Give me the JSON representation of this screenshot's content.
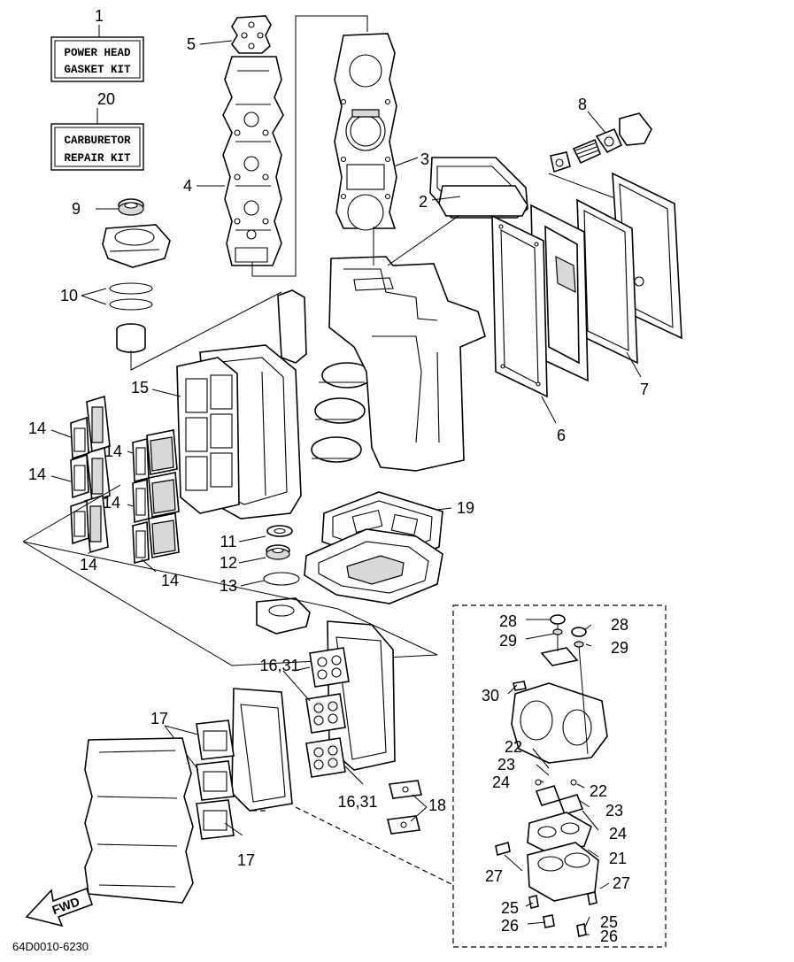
{
  "kit_boxes": [
    {
      "number": "1",
      "lines": [
        "POWER HEAD",
        "GASKET KIT"
      ]
    },
    {
      "number": "20",
      "lines": [
        "CARBURETOR",
        "REPAIR KIT"
      ]
    }
  ],
  "callouts": [
    "5",
    "4",
    "3",
    "2",
    "8",
    "9",
    "10",
    "15",
    "7",
    "6",
    "14",
    "14",
    "14",
    "14",
    "14",
    "14",
    "19",
    "11",
    "12",
    "13",
    "28",
    "29",
    "28",
    "29",
    "30",
    "16,31",
    "16,31",
    "17",
    "17",
    "18",
    "22",
    "23",
    "24",
    "22",
    "23",
    "24",
    "21",
    "27",
    "27",
    "25",
    "26",
    "25",
    "26"
  ],
  "fwd_label": "FWD",
  "diagram_code": "64D0010-6230"
}
